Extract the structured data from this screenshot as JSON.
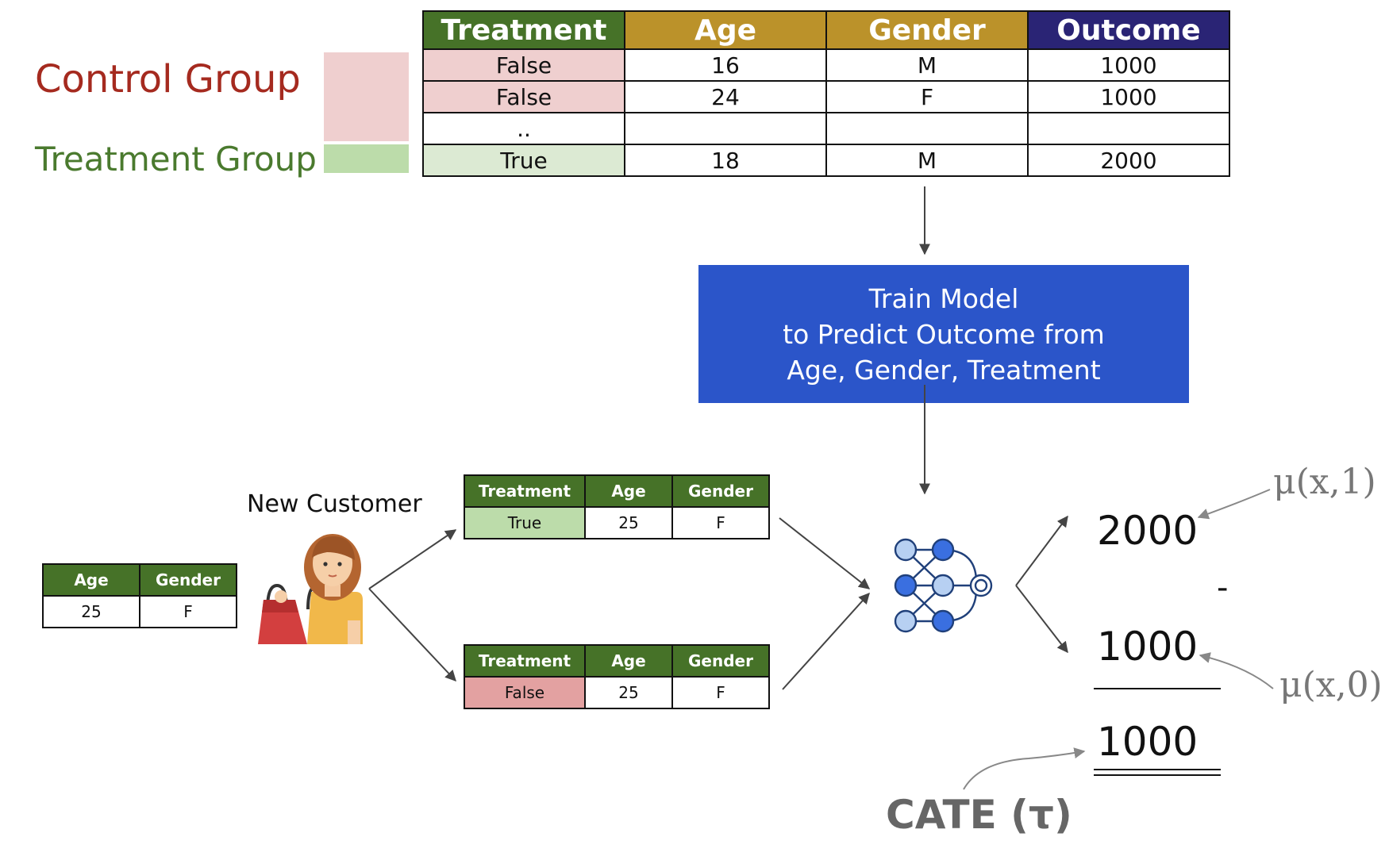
{
  "legend": {
    "control_label": "Control Group",
    "treatment_label": "Treatment Group",
    "control_color": "#a52a1f",
    "treatment_color": "#4a7a2e",
    "control_swatch": "#efcfcf",
    "treatment_swatch": "#bcdcaa"
  },
  "main_table": {
    "headers": [
      "Treatment",
      "Age",
      "Gender",
      "Outcome"
    ],
    "header_colors": [
      "#467228",
      "#bb922a",
      "#bb922a",
      "#2a2475"
    ],
    "rows": [
      [
        "False",
        "16",
        "M",
        "1000"
      ],
      [
        "False",
        "24",
        "F",
        "1000"
      ],
      [
        "..",
        "",
        "",
        ""
      ],
      [
        "True",
        "18",
        "M",
        "2000"
      ]
    ]
  },
  "train_box": {
    "line1": "Train Model",
    "line2": "to Predict Outcome from",
    "line3": "Age, Gender, Treatment",
    "color": "#2b55c9"
  },
  "new_customer": {
    "label": "New Customer",
    "headers": [
      "Age",
      "Gender"
    ],
    "row": [
      "25",
      "F"
    ]
  },
  "treated_table": {
    "headers": [
      "Treatment",
      "Age",
      "Gender"
    ],
    "row": [
      "True",
      "25",
      "F"
    ]
  },
  "control_table": {
    "headers": [
      "Treatment",
      "Age",
      "Gender"
    ],
    "row": [
      "False",
      "25",
      "F"
    ]
  },
  "results": {
    "treated_value": "2000",
    "minus": "-",
    "control_value": "1000",
    "cate_value": "1000",
    "mu_treated": "μ(x,1)",
    "mu_control": "μ(x,0)",
    "cate_label": "CATE (τ)"
  },
  "icons": [
    "shopper-icon",
    "neural-network-icon"
  ],
  "colors": {
    "green_header": "#467228",
    "false_cell": "#e3a1a1",
    "true_cell": "#bcdcaa",
    "main_false_cell": "#efcfcf",
    "main_true_cell": "#dcead3"
  }
}
